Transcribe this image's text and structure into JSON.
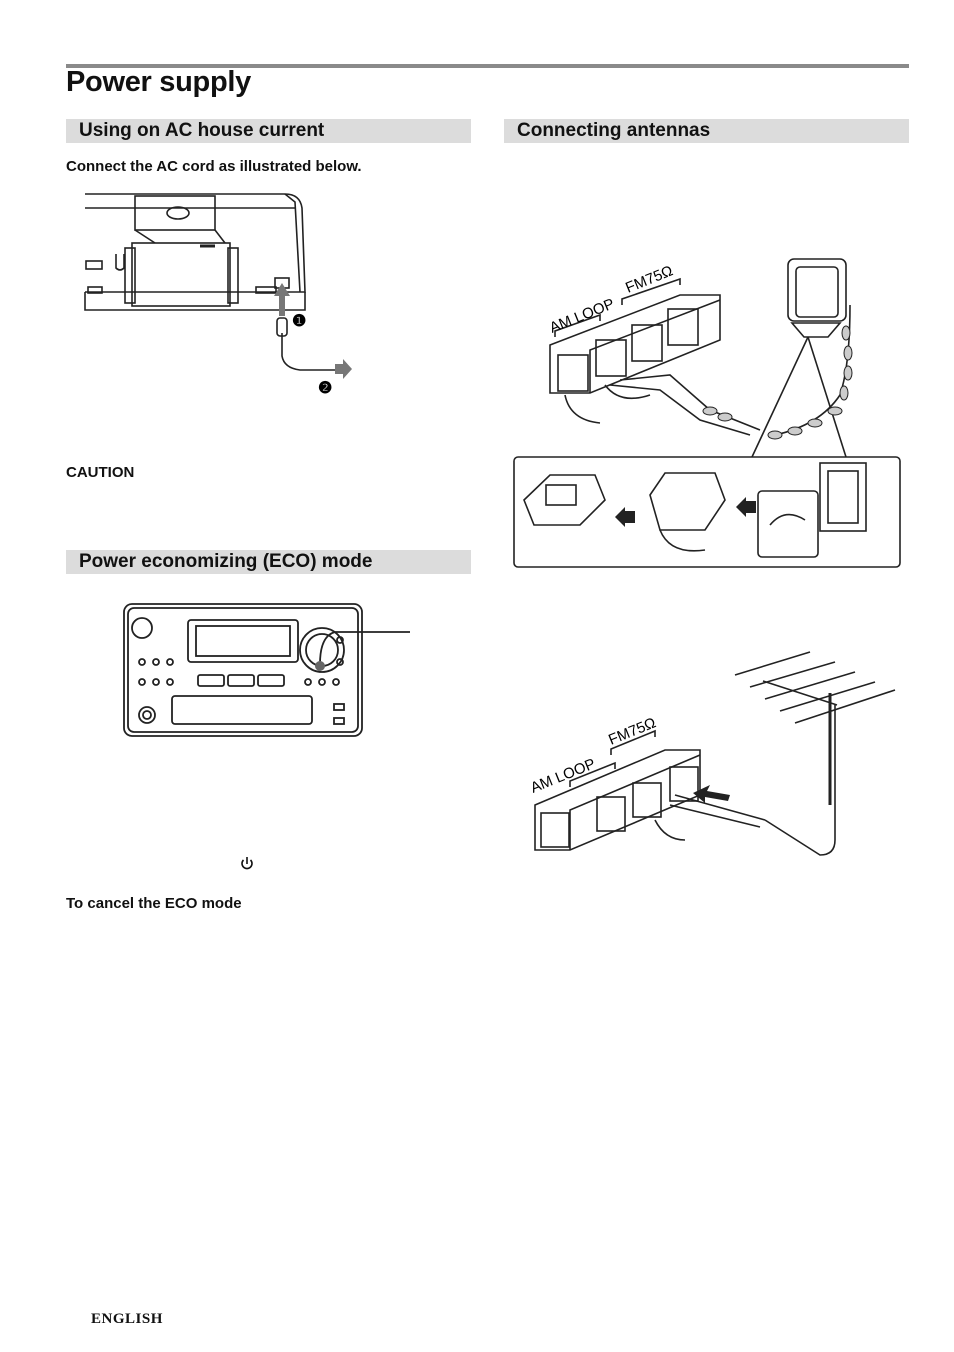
{
  "page": {
    "title": "Power supply",
    "footer": "ENGLISH"
  },
  "sections": {
    "ac": {
      "heading": "Using on AC house current",
      "instruction": "Connect the AC cord as illustrated below.",
      "caution": "CAUTION",
      "step_markers": [
        "❶",
        "❷"
      ]
    },
    "eco": {
      "heading": "Power economizing (ECO) mode",
      "power_symbol": "⏻",
      "cancel_heading": "To cancel the ECO mode"
    },
    "antennas": {
      "heading": "Connecting antennas",
      "terminal_label_am": "AM LOOP",
      "terminal_label_fm": "FM75Ω"
    }
  },
  "icons": [
    "power-icon",
    "arrow-icon"
  ]
}
